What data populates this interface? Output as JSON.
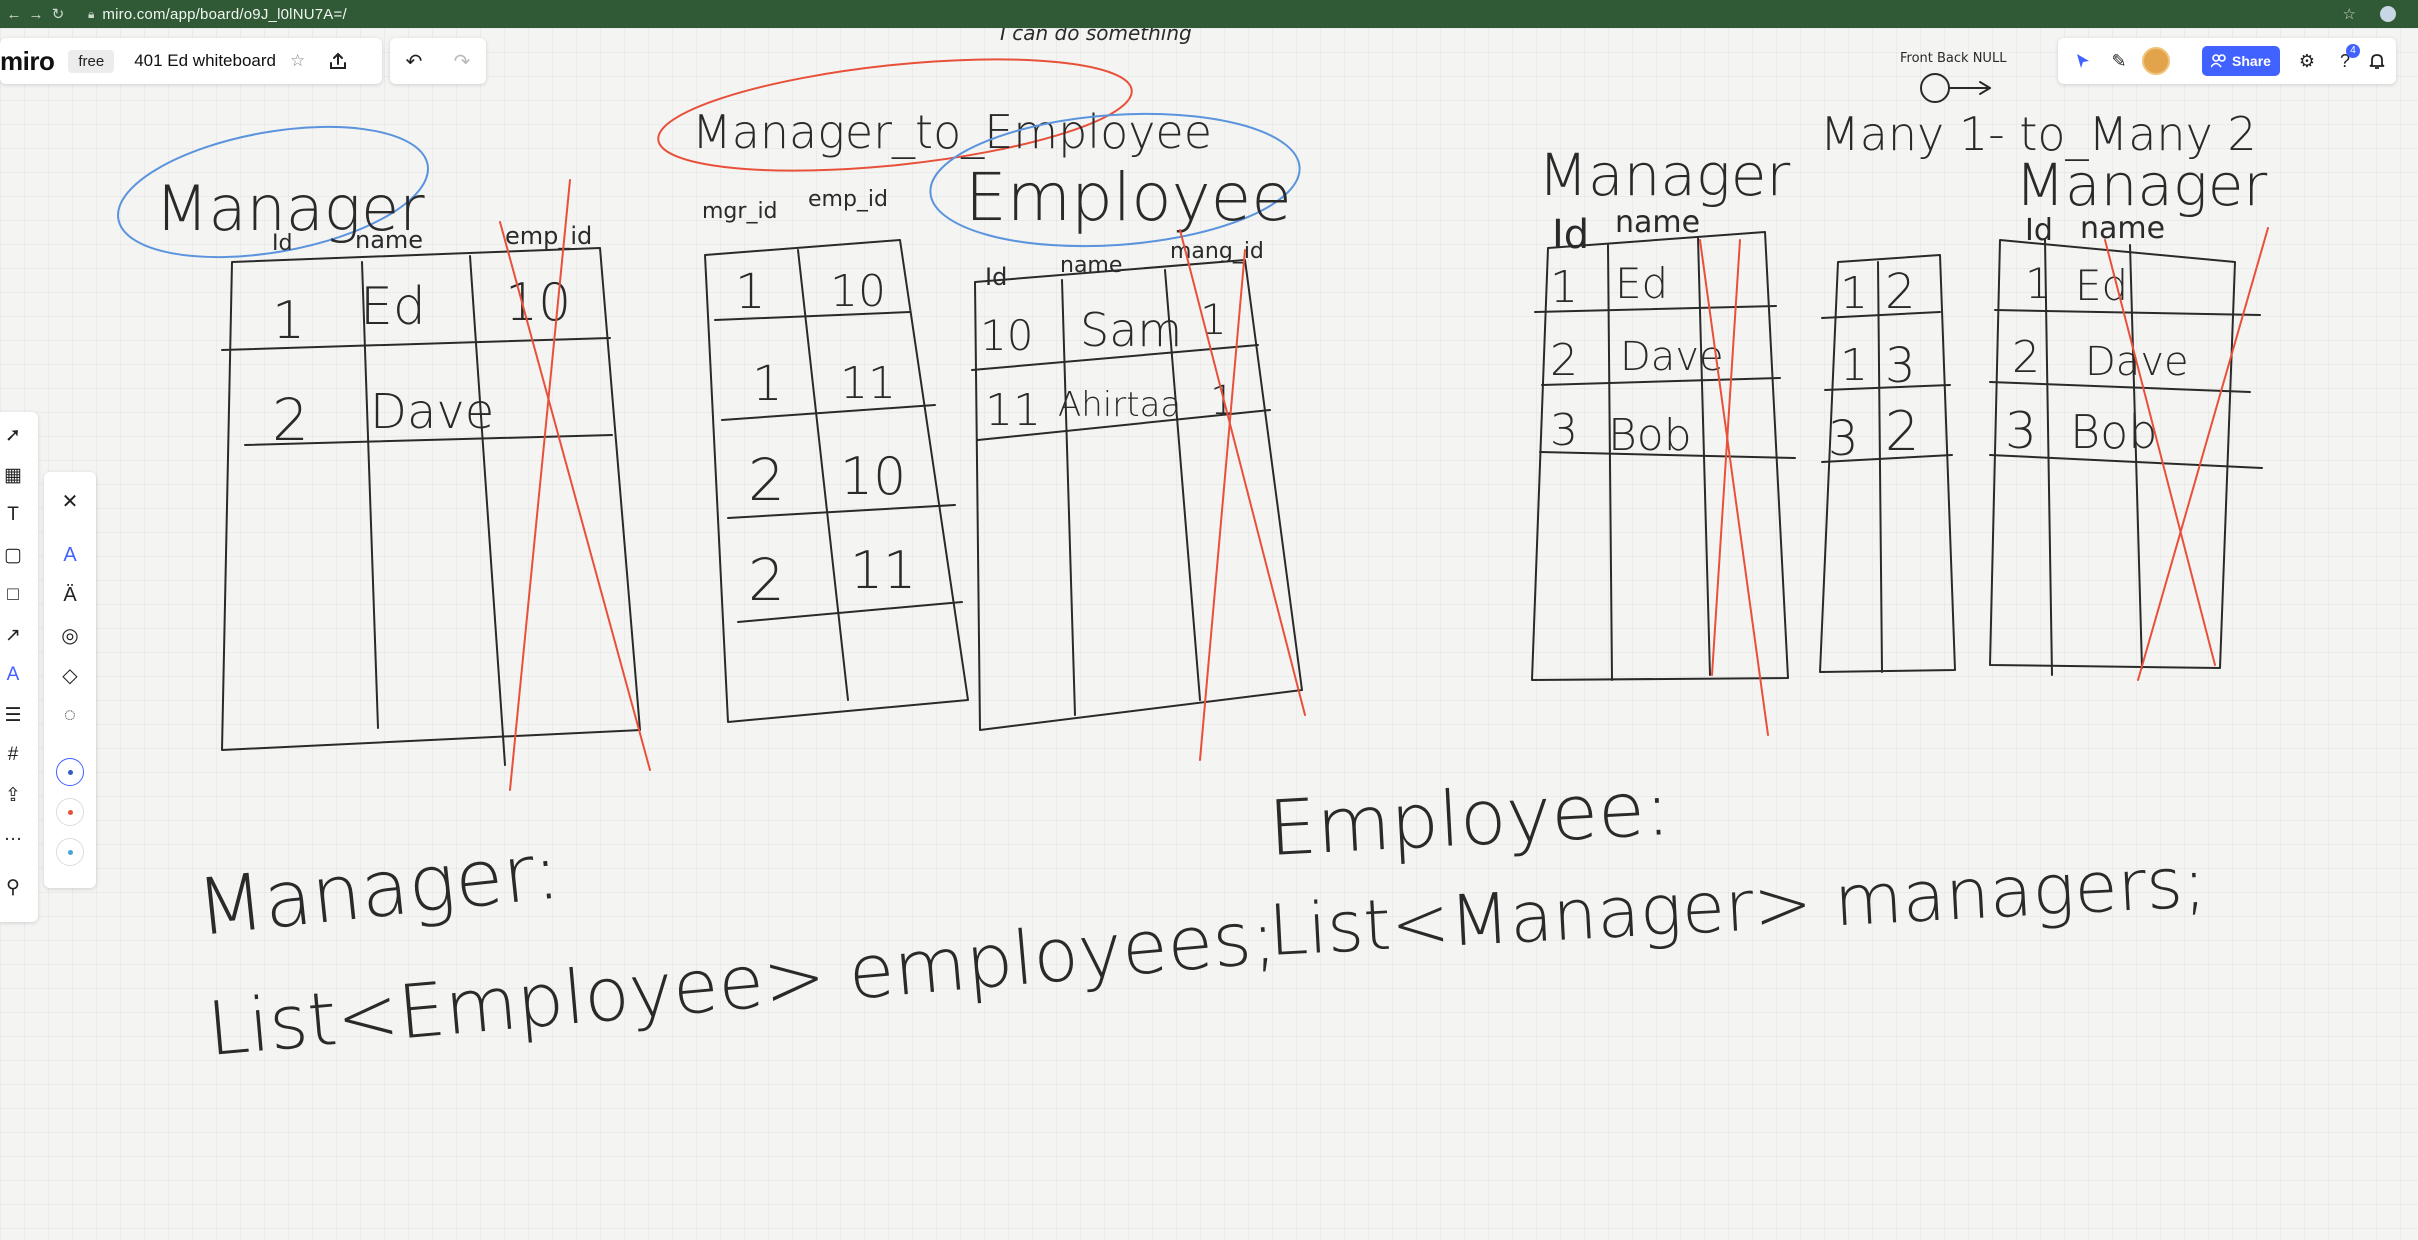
{
  "browser": {
    "url": "miro.com/app/board/o9J_l0lNU7A=/"
  },
  "header": {
    "logo": "miro",
    "plan_badge": "free",
    "board_name": "401 Ed whiteboard",
    "favorite_icon": "star-outline-icon",
    "export_icon": "upload-icon",
    "undo_icon": "undo-icon",
    "redo_icon": "redo-icon"
  },
  "right_toolbar": {
    "share_label": "Share",
    "notifications_badge": "4",
    "icons": [
      "cursor-icon",
      "reactions-icon",
      "avatar",
      "share-icon",
      "settings-sliders-icon",
      "help-icon",
      "bell-icon"
    ]
  },
  "left_toolbar": {
    "tools": [
      "select-icon",
      "templates-icon",
      "text-icon",
      "sticky-note-icon",
      "shape-icon",
      "connector-arrow-icon",
      "pen-icon",
      "comment-icon",
      "frame-icon",
      "upload-icon",
      "more-icon",
      "apps-icon"
    ]
  },
  "pen_panel": {
    "tools": [
      "close-icon",
      "pen-icon",
      "highlighter-icon",
      "smart-drawing-icon",
      "eraser-icon",
      "lasso-icon"
    ],
    "colors": [
      "#2f5cc9",
      "#e8503a",
      "#4aa3d8"
    ]
  },
  "whiteboard": {
    "top_note": "I can do something",
    "corner_note": "Front  Back  NULL",
    "tables": {
      "manager": {
        "title": "Manager",
        "headers": [
          "Id",
          "name",
          "emp_id"
        ],
        "rows": [
          [
            "1",
            "Ed",
            "10"
          ],
          [
            "2",
            "Dave",
            ""
          ]
        ]
      },
      "join": {
        "title": "Manager_to_Employee",
        "headers": [
          "mgr_id",
          "emp_id"
        ],
        "rows": [
          [
            "1",
            "10"
          ],
          [
            "1",
            "11"
          ],
          [
            "2",
            "10"
          ],
          [
            "2",
            "11"
          ]
        ]
      },
      "employee": {
        "title": "Employee",
        "headers": [
          "Id",
          "name",
          "mang_id"
        ],
        "rows": [
          [
            "10",
            "Sam",
            "1"
          ],
          [
            "11",
            "Ahirtaa",
            "1"
          ]
        ]
      },
      "manager2": {
        "title": "Manager",
        "headers": [
          "Id",
          "name"
        ],
        "rows": [
          [
            "1",
            "Ed"
          ],
          [
            "2",
            "Dave"
          ],
          [
            "3",
            "Bob"
          ]
        ]
      },
      "many": {
        "title": "Many 1- to_Many 2",
        "rows": [
          [
            "1",
            "2"
          ],
          [
            "1",
            "3"
          ],
          [
            "3",
            "2"
          ]
        ]
      },
      "manager3": {
        "title": "Manager",
        "headers": [
          "Id",
          "name"
        ],
        "rows": [
          [
            "1",
            "Ed"
          ],
          [
            "2",
            "Dave"
          ],
          [
            "3",
            "Bob"
          ]
        ]
      }
    },
    "code_left": [
      "Manager:",
      "List<Employee> employees;"
    ],
    "code_right": [
      "Employee:",
      "List<Manager> managers;"
    ]
  }
}
